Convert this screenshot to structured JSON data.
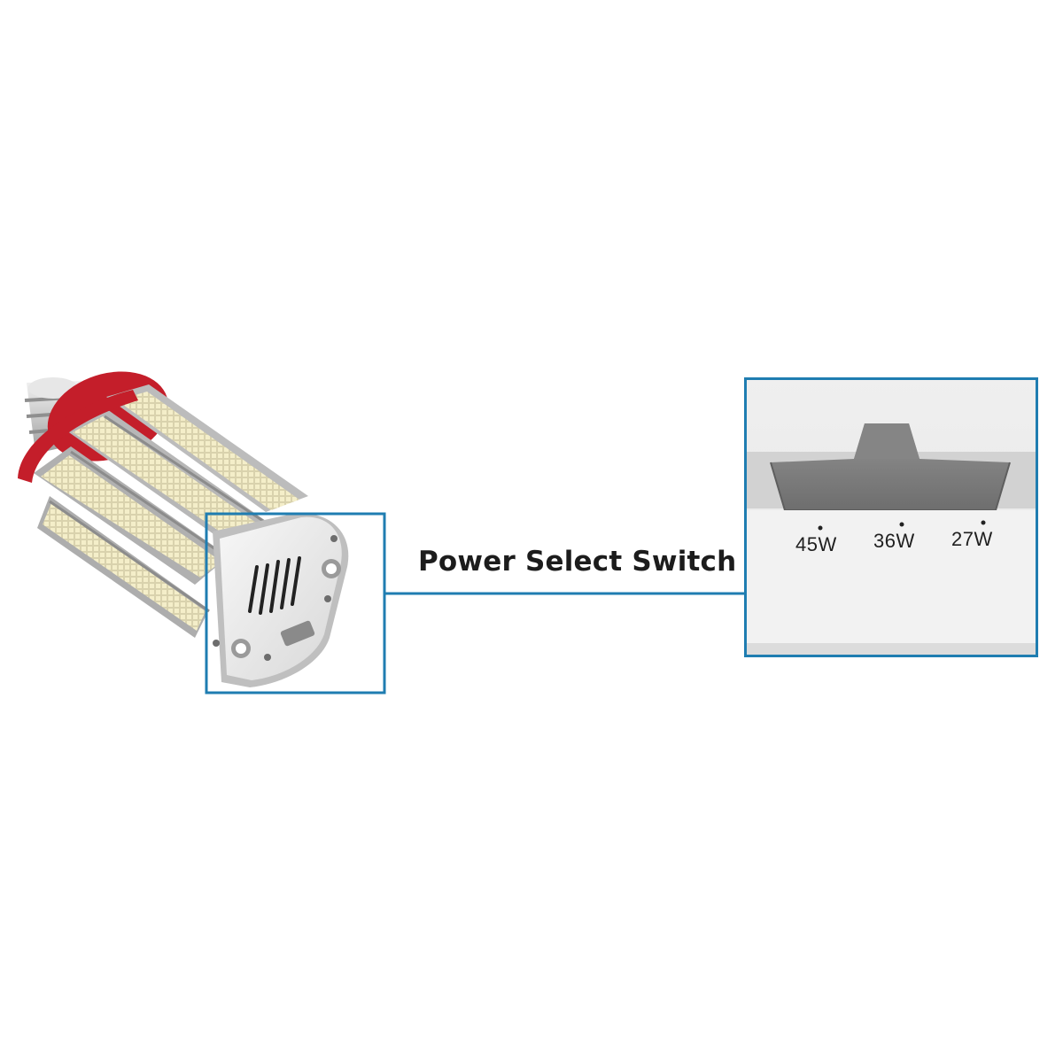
{
  "callout": {
    "label": "Power Select Switch"
  },
  "switch_positions": [
    {
      "label": "45W"
    },
    {
      "label": "36W"
    },
    {
      "label": "27W"
    }
  ],
  "colors": {
    "frame": "#1f7db1",
    "ring": "#c41e2a",
    "led": "#f1e7b4",
    "text": "#1c1c1c",
    "switch": "#7b7b7b"
  }
}
